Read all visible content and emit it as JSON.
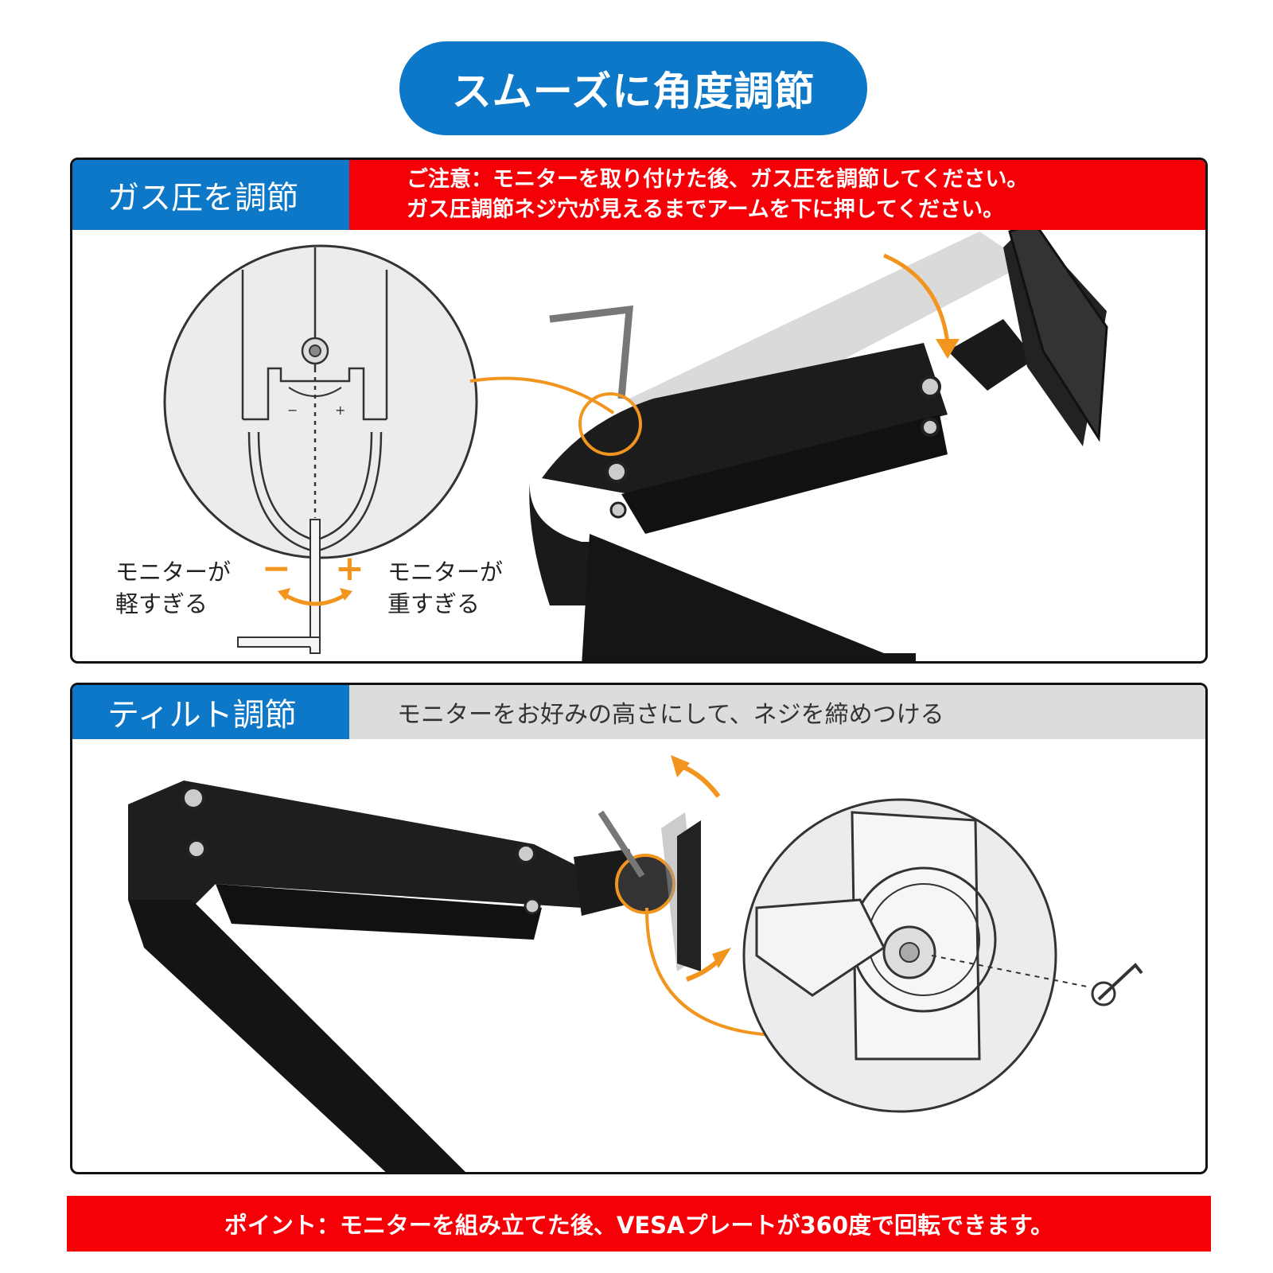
{
  "title": "スムーズに角度調節",
  "section1": {
    "tab_label": "ガス圧を調節",
    "notice_line1": "ご注意：モニターを取り付けた後、ガス圧を調節してください。",
    "notice_line2": "ガス圧調節ネジ穴が見えるまでアームを下に押してください。",
    "label_light": "モニターが\n軽すぎる",
    "label_light_1": "モニターが",
    "label_light_2": "軽すぎる",
    "label_heavy_1": "モニターが",
    "label_heavy_2": "重すぎる",
    "minus_sign": "−",
    "plus_sign": "+",
    "detail_minus": "−",
    "detail_plus": "+"
  },
  "section2": {
    "tab_label": "ティルト調節",
    "description": "モニターをお好みの高さにして、ネジを締めつける"
  },
  "bottom_note": "ポイント：モニターを組み立てた後、VESAプレートが360度で回転できます。",
  "colors": {
    "blue": "#0d78c8",
    "red": "#f50006",
    "orange": "#f2951f",
    "gray_bar": "#dcdcdc"
  }
}
